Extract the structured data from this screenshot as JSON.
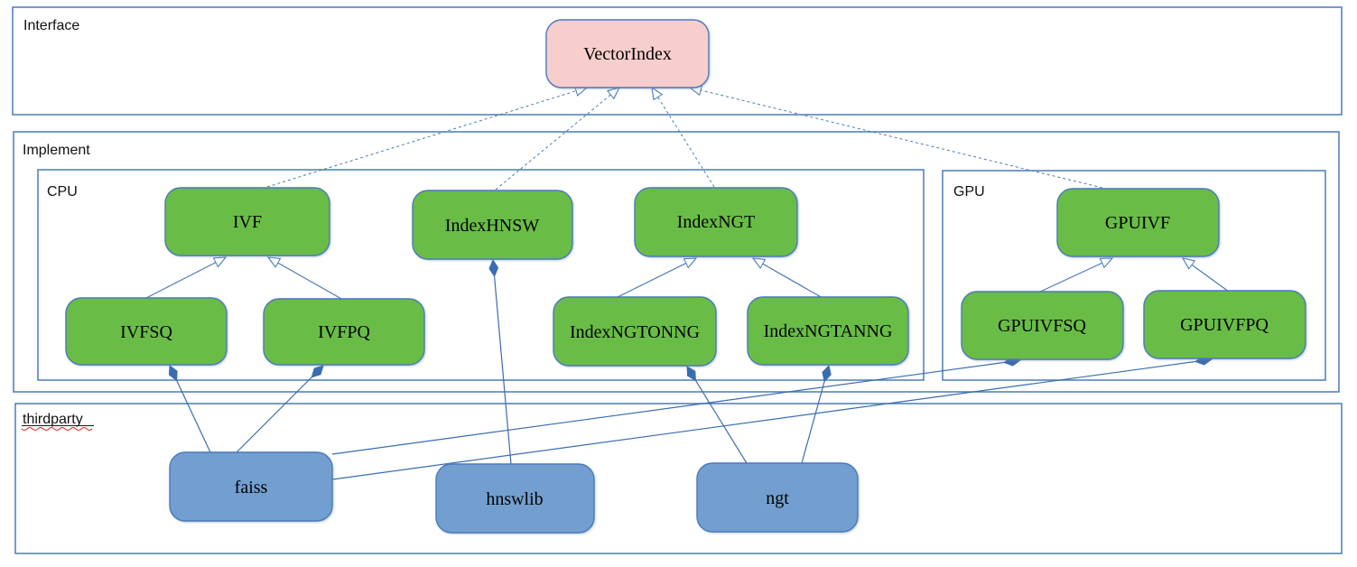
{
  "containers": {
    "interface": {
      "label": "Interface"
    },
    "implement": {
      "label": "Implement"
    },
    "cpu": {
      "label": "CPU"
    },
    "gpu": {
      "label": "GPU"
    },
    "thirdparty": {
      "label": "thirdparty"
    }
  },
  "nodes": {
    "vector_index": {
      "label": "VectorIndex",
      "container": "interface",
      "kind": "interface"
    },
    "ivf": {
      "label": "IVF",
      "container": "cpu",
      "kind": "class"
    },
    "index_hnsw": {
      "label": "IndexHNSW",
      "container": "cpu",
      "kind": "class"
    },
    "index_ngt": {
      "label": "IndexNGT",
      "container": "cpu",
      "kind": "class"
    },
    "ivfsq": {
      "label": "IVFSQ",
      "container": "cpu",
      "kind": "class"
    },
    "ivfpq": {
      "label": "IVFPQ",
      "container": "cpu",
      "kind": "class"
    },
    "index_ngtonng": {
      "label": "IndexNGTONNG",
      "container": "cpu",
      "kind": "class"
    },
    "index_ngtanng": {
      "label": "IndexNGTANNG",
      "container": "cpu",
      "kind": "class"
    },
    "gpuivf": {
      "label": "GPUIVF",
      "container": "gpu",
      "kind": "class"
    },
    "gpuivfsq": {
      "label": "GPUIVFSQ",
      "container": "gpu",
      "kind": "class"
    },
    "gpuivfpq": {
      "label": "GPUIVFPQ",
      "container": "gpu",
      "kind": "class"
    },
    "faiss": {
      "label": "faiss",
      "container": "thirdparty",
      "kind": "library"
    },
    "hnswlib": {
      "label": "hnswlib",
      "container": "thirdparty",
      "kind": "library"
    },
    "ngt": {
      "label": "ngt",
      "container": "thirdparty",
      "kind": "library"
    }
  },
  "relations": {
    "realizes_dashed_open_arrow": [
      [
        "IVF",
        "VectorIndex"
      ],
      [
        "IndexHNSW",
        "VectorIndex"
      ],
      [
        "IndexNGT",
        "VectorIndex"
      ],
      [
        "GPUIVF",
        "VectorIndex"
      ]
    ],
    "inherits_solid_open_arrow": [
      [
        "IVFSQ",
        "IVF"
      ],
      [
        "IVFPQ",
        "IVF"
      ],
      [
        "IndexNGTONNG",
        "IndexNGT"
      ],
      [
        "IndexNGTANNG",
        "IndexNGT"
      ],
      [
        "GPUIVFSQ",
        "GPUIVF"
      ],
      [
        "GPUIVFPQ",
        "GPUIVF"
      ]
    ],
    "composes_filled_diamond": [
      [
        "IVFSQ",
        "faiss"
      ],
      [
        "IVFPQ",
        "faiss"
      ],
      [
        "IndexHNSW",
        "hnswlib"
      ],
      [
        "IndexNGTONNG",
        "ngt"
      ],
      [
        "IndexNGTANNG",
        "ngt"
      ],
      [
        "GPUIVFSQ",
        "faiss"
      ],
      [
        "GPUIVFPQ",
        "faiss"
      ]
    ]
  },
  "colors": {
    "container_border": "#4a7aba",
    "class_fill": "#69bd47",
    "interface_fill": "#f8cecc",
    "library_fill": "#729fcf",
    "edge_line": "#4a7aba",
    "diamond_fill": "#3a6cb0",
    "spellcheck_underline": "#e0281e"
  }
}
